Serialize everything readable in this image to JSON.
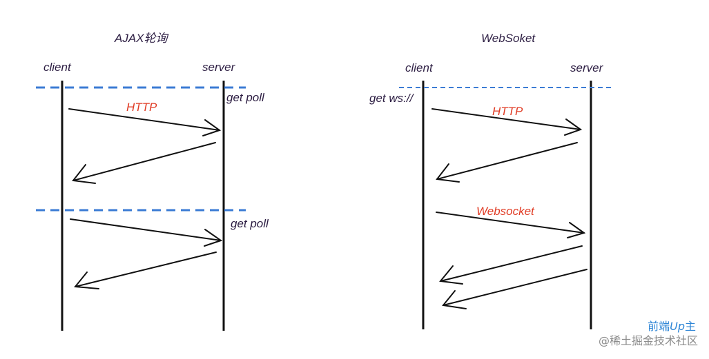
{
  "colors": {
    "text": "#2d1e43",
    "protocol_label": "#e03b24",
    "dashed_line": "#3b7bd4",
    "arrow": "#111111",
    "brand_blue": "#2f86d6",
    "watermark_gray": "#8a8a8a"
  },
  "left": {
    "title": "AJAX轮询",
    "client_label": "client",
    "server_label": "server",
    "request1_label": "get  poll",
    "request2_label": "get  poll",
    "protocol_label": "HTTP"
  },
  "right": {
    "title": "WebSoket",
    "client_label": "client",
    "server_label": "server",
    "request_label": "get  ws://",
    "http_label": "HTTP",
    "websocket_label": "Websocket"
  },
  "watermark": {
    "brand_prefix": "前端",
    "brand_em": "Up",
    "brand_suffix": "主",
    "site": "@稀土掘金技术社区"
  }
}
